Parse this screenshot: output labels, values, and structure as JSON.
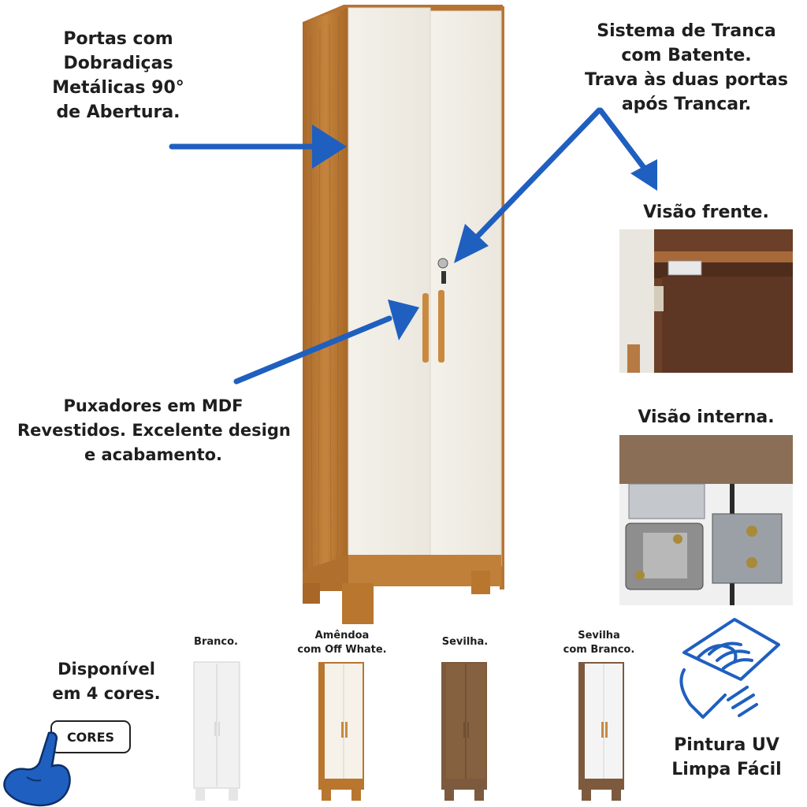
{
  "callouts": {
    "hinges": [
      "Portas com",
      "Dobradiças",
      "Metálicas 90°",
      "de Abertura."
    ],
    "lock": [
      "Sistema de Tranca",
      "com Batente.",
      "Trava às duas portas",
      "após Trancar."
    ],
    "handles": [
      "Puxadores em MDF",
      "Revestidos. Excelente design",
      "e acabamento."
    ],
    "front_view": "Visão frente.",
    "inner_view": "Visão interna.",
    "uv_paint": [
      "Pintura UV",
      "Limpa Fácil"
    ]
  },
  "colors_section": {
    "available": [
      "Disponível",
      "em 4 cores."
    ],
    "button_label": "CORES",
    "variants": [
      {
        "name": [
          "Branco."
        ],
        "body": "#f1f1f1",
        "doors": "#f7f7f7",
        "handle": "#d9d9d9"
      },
      {
        "name": [
          "Amêndoa",
          "com Off Whate."
        ],
        "body": "#b8762f",
        "doors": "#f6f2ea",
        "handle": "#c98a3f"
      },
      {
        "name": [
          "Sevilha."
        ],
        "body": "#7d5a3e",
        "doors": "#86613f",
        "handle": "#6e4f33"
      },
      {
        "name": [
          "Sevilha",
          "com Branco."
        ],
        "body": "#7d5a3e",
        "doors": "#f4f4f4",
        "handle": "#c98a3f"
      }
    ]
  },
  "palette": {
    "arrow": "#1f5fbf",
    "wood": "#b8762f",
    "door": "#f2efe8"
  }
}
